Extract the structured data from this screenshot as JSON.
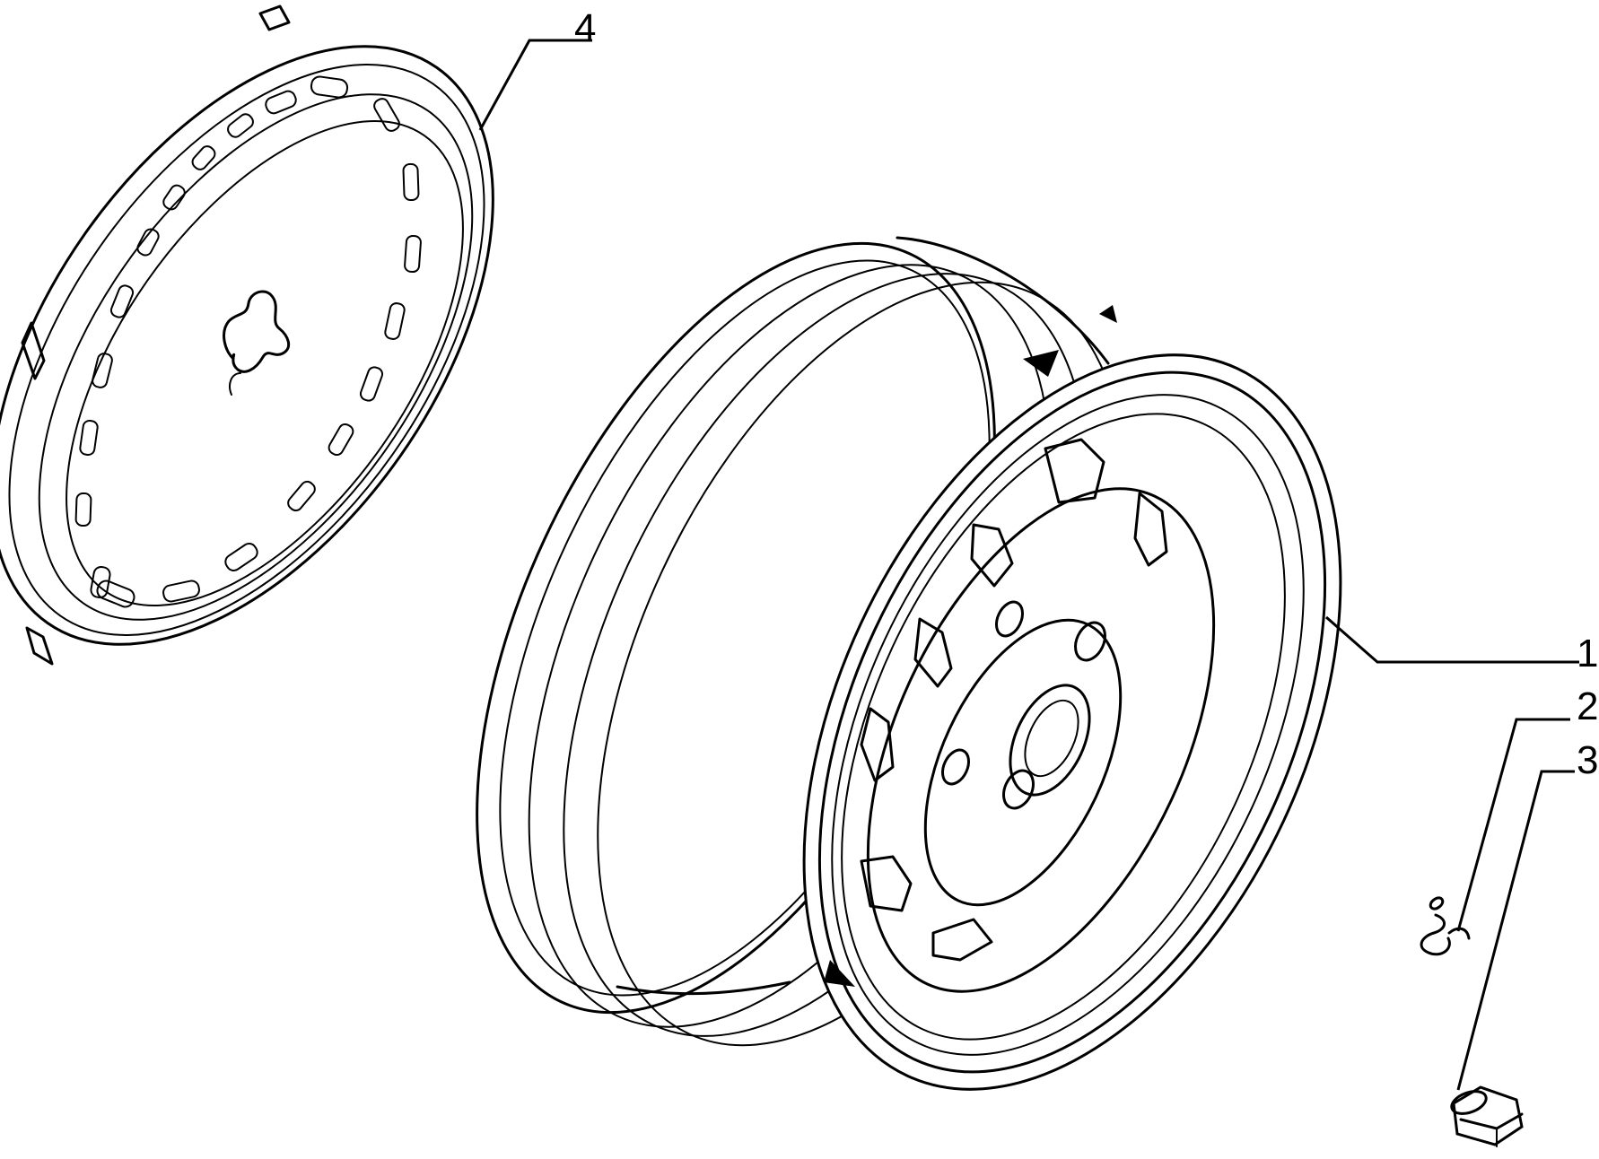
{
  "diagram": {
    "type": "exploded-parts-view",
    "callouts": [
      {
        "id": "1",
        "label": "1",
        "part": "wheel-rim"
      },
      {
        "id": "2",
        "label": "2",
        "part": "balance-weight"
      },
      {
        "id": "3",
        "label": "3",
        "part": "wheel-nut"
      },
      {
        "id": "4",
        "label": "4",
        "part": "hub-cap"
      }
    ]
  }
}
